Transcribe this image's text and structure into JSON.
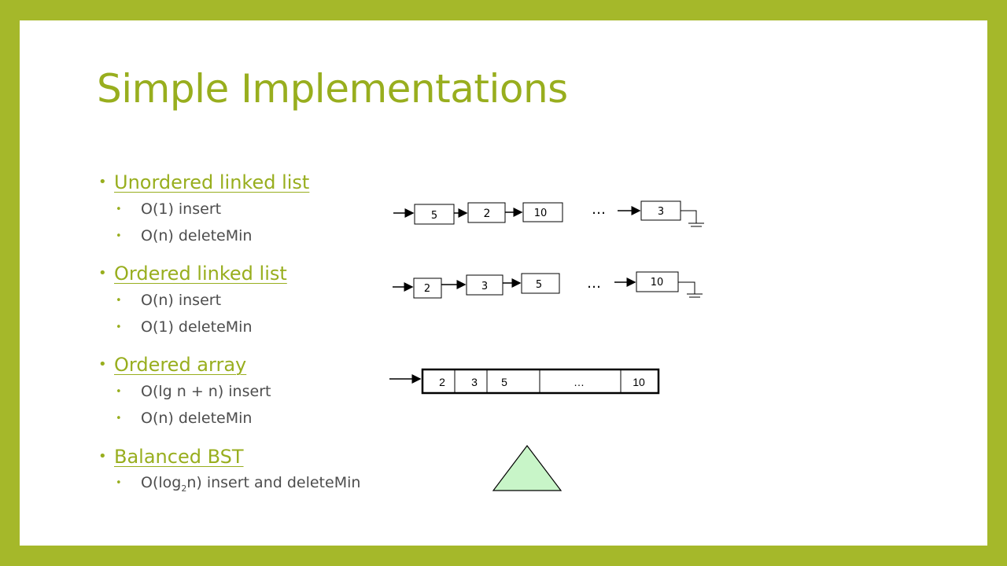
{
  "slide": {
    "title": "Simple Implementations",
    "sections": [
      {
        "heading": "Unordered linked list",
        "items": [
          "O(1) insert",
          "O(n) deleteMin"
        ]
      },
      {
        "heading": "Ordered linked list",
        "items": [
          "O(n) insert",
          "O(1) deleteMin"
        ]
      },
      {
        "heading": "Ordered array",
        "items": [
          "O(lg n + n) insert",
          "O(n) deleteMin"
        ]
      },
      {
        "heading": "Balanced BST",
        "items": []
      }
    ],
    "bst_item": {
      "prefix": "O(log",
      "subscript": "2",
      "suffix": "n) insert and deleteMin"
    }
  },
  "diagrams": {
    "unordered_list": {
      "nodes": [
        "5",
        "2",
        "10",
        "3"
      ],
      "ellipsis": "…"
    },
    "ordered_list": {
      "nodes": [
        "2",
        "3",
        "5",
        "10"
      ],
      "ellipsis": "…"
    },
    "ordered_array": {
      "cells": [
        "2",
        "3",
        "5",
        "…",
        "10"
      ]
    }
  },
  "colors": {
    "accent": "#98ae1e",
    "background": "#a5b82a",
    "tree_fill": "#c8f5c8",
    "text": "#4d4d4d"
  }
}
